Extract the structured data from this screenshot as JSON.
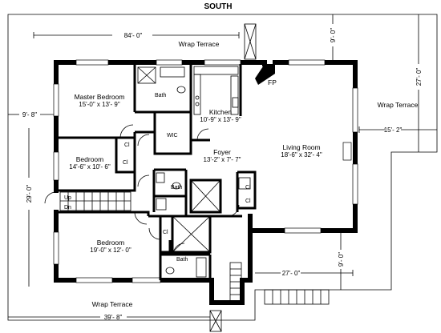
{
  "plan": {
    "compass": "SOUTH",
    "terraces": {
      "top": "Wrap Terrace",
      "right": "Wrap Terrace",
      "bottom": "Wrap Terrace"
    },
    "rooms": {
      "master_bedroom": {
        "name": "Master Bedroom",
        "dims": "15'-0\" x 13'- 9\""
      },
      "bedroom_2": {
        "name": "Bedroom",
        "dims": "14'-6\" x 10'- 6\""
      },
      "bedroom_3": {
        "name": "Bedroom",
        "dims": "19'-0\" x 12'- 0\""
      },
      "kitchen": {
        "name": "Kitchen",
        "dims": "10'-9\" x 13'- 9\""
      },
      "foyer": {
        "name": "Foyer",
        "dims": "13'-2\" x 7'- 7\""
      },
      "living_room": {
        "name": "Living Room",
        "dims": "18'-6\" x 32'- 4\""
      }
    },
    "labels": {
      "bath_master": "Bath",
      "bath_hall": "Bath",
      "bath_lower": "Bath",
      "wic": "WIC",
      "fireplace": "FP",
      "cl_bed2_a": "Cl",
      "cl_bed2_b": "Cl",
      "cl_bed3": "Cl",
      "cl_foyer_a": "Cl",
      "cl_foyer_b": "Cl",
      "up": "Up",
      "dn": "Dn"
    },
    "dimensions": {
      "top_width": "84'- 0\"",
      "top_depth": "9'- 0\"",
      "right_depth": "27'- 0\"",
      "left_top": "9'- 8\"",
      "left_mid": "29'- 0\"",
      "right_mid": "15'- 2\"",
      "lower_right": "27'- 0\"",
      "lower_right_v": "9'- 0\"",
      "bottom_width": "39'- 8\""
    }
  }
}
